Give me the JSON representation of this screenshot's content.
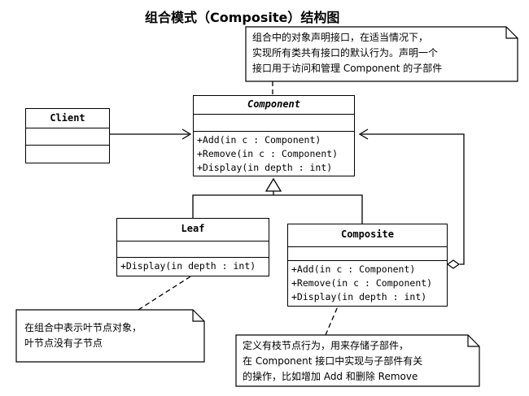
{
  "title": "组合模式（Composite）结构图",
  "classes": {
    "component": {
      "name": "Component",
      "ops": [
        "+Add(in c : Component)",
        "+Remove(in c : Component)",
        "+Display(in depth : int)"
      ]
    },
    "client": {
      "name": "Client"
    },
    "leaf": {
      "name": "Leaf",
      "ops": [
        "+Display(in depth : int)"
      ]
    },
    "composite": {
      "name": "Composite",
      "ops": [
        "+Add(in c : Component)",
        "+Remove(in c : Component)",
        "+Display(in depth : int)"
      ]
    }
  },
  "notes": {
    "component": [
      "组合中的对象声明接口，在适当情况下，",
      "实现所有类共有接口的默认行为。声明一个",
      "接口用于访问和管理 Component 的子部件"
    ],
    "leaf": [
      "在组合中表示叶节点对象，",
      "叶节点没有子节点"
    ],
    "composite": [
      "定义有枝节点行为，用来存储子部件，",
      "在 Component 接口中实现与子部件有关",
      "的操作，比如增加 Add 和删除 Remove"
    ]
  }
}
